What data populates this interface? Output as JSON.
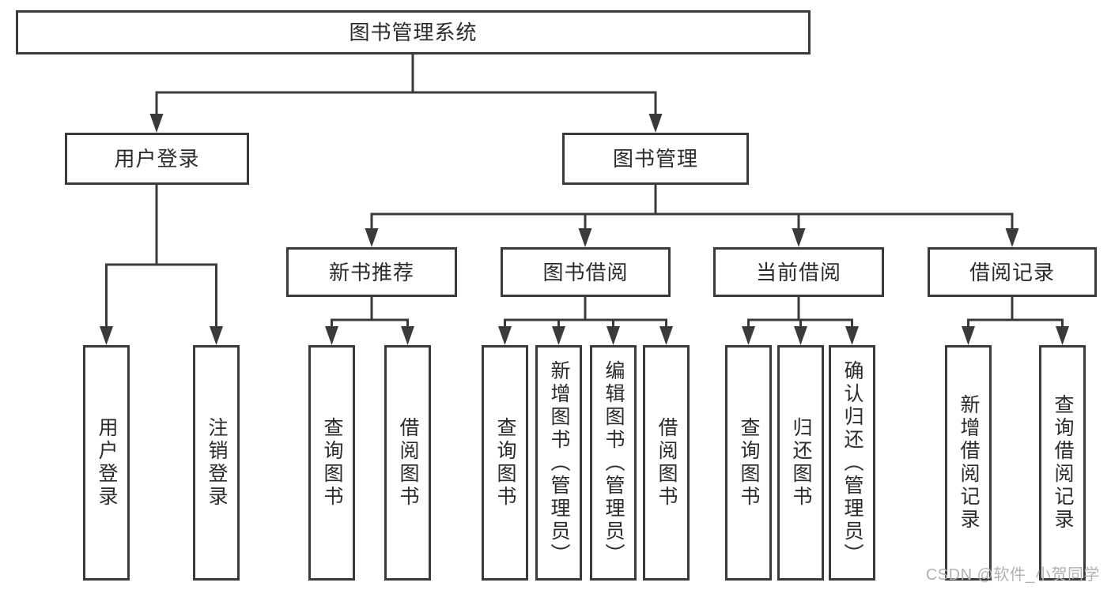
{
  "root": {
    "label": "图书管理系统"
  },
  "user_login": {
    "label": "用户登录",
    "children": [
      {
        "label": "用户登录"
      },
      {
        "label": "注销登录"
      }
    ]
  },
  "book_mgmt": {
    "label": "图书管理"
  },
  "new_book_rec": {
    "label": "新书推荐",
    "children": [
      {
        "label": "查询图书"
      },
      {
        "label": "借阅图书"
      }
    ]
  },
  "book_borrow": {
    "label": "图书借阅",
    "children": [
      {
        "label": "查询图书"
      },
      {
        "label": "新增图书（管理员）"
      },
      {
        "label": "编辑图书（管理员）"
      },
      {
        "label": "借阅图书"
      }
    ]
  },
  "current_borrow": {
    "label": "当前借阅",
    "children": [
      {
        "label": "查询图书"
      },
      {
        "label": "归还图书"
      },
      {
        "label": "确认归还（管理员）"
      }
    ]
  },
  "borrow_records": {
    "label": "借阅记录",
    "children": [
      {
        "label": "新增借阅记录"
      },
      {
        "label": "查询借阅记录"
      }
    ]
  },
  "watermark": {
    "text": "CSDN @软件_小贺同学"
  },
  "colors": {
    "line": "#3a3a3a",
    "text": "#2b2b2b",
    "watermark": "#b6b1b1",
    "background": "#ffffff"
  }
}
